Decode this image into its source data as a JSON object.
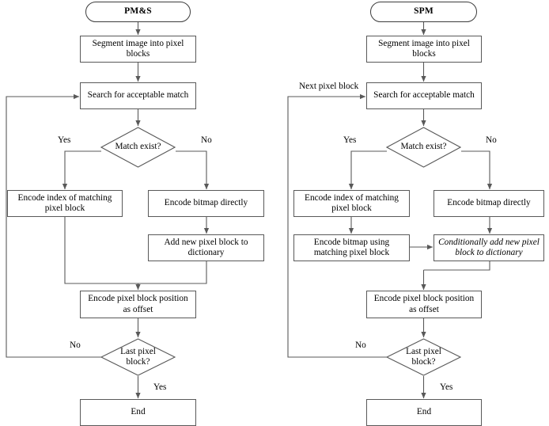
{
  "figure": {
    "type": "flowchart",
    "orientation": "two side-by-side vertical flowcharts",
    "line_color": "#595959",
    "text_color": "#000000",
    "background": "#ffffff"
  },
  "left_flow": {
    "title": "PM&S",
    "start": "PM&S",
    "nodes": {
      "segment": "Segment image into pixel blocks",
      "search": "Search for acceptable match",
      "decision_match": "Match exist?",
      "encode_index": "Encode index of matching pixel block",
      "encode_bitmap": "Encode bitmap directly",
      "add_block": "Add new pixel block to dictionary",
      "encode_offset": "Encode pixel block position as offset",
      "decision_last": "Last pixel block?",
      "end": "End"
    },
    "edge_labels": {
      "match_yes": "Yes",
      "match_no": "No",
      "last_no": "No",
      "last_yes": "Yes"
    }
  },
  "right_flow": {
    "title": "SPM",
    "start": "SPM",
    "nodes": {
      "segment": "Segment image into pixel blocks",
      "search": "Search for acceptable match",
      "decision_match": "Match exist?",
      "encode_index": "Encode index of matching pixel block",
      "encode_bitmap": "Encode bitmap directly",
      "encode_using": "Encode bitmap using matching pixel block",
      "conditional_add": "Conditionally add new pixel block to dictionary",
      "encode_offset": "Encode pixel block position as offset",
      "decision_last": "Last pixel block?",
      "end": "End"
    },
    "edge_labels": {
      "feedback": "Next pixel block",
      "match_yes": "Yes",
      "match_no": "No",
      "last_no": "No",
      "last_yes": "Yes"
    }
  }
}
